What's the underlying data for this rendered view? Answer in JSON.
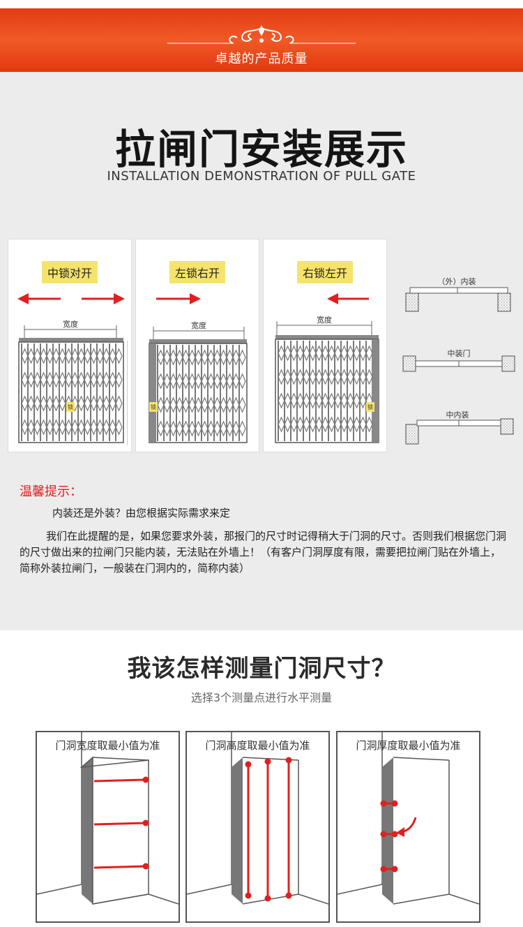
{
  "banner": {
    "text": "卓越的产品质量"
  },
  "section1": {
    "title": "拉闸门安装展示",
    "subtitle": "INSTALLATION DEMONSTRATION OF PULL GATE",
    "panels": [
      {
        "label": "中锁对开",
        "width_label": "宽度",
        "lock_label": "锁"
      },
      {
        "label": "左锁右开",
        "width_label": "宽度",
        "lock_label": "锁"
      },
      {
        "label": "右锁左开",
        "width_label": "宽度",
        "lock_label": "锁"
      }
    ],
    "install_types": [
      {
        "label": "（外）内装"
      },
      {
        "label": "中装门"
      },
      {
        "label": "中内装"
      }
    ]
  },
  "tips": {
    "title": "温馨提示：",
    "question": "内装还是外装？由您根据实际需求来定",
    "body": "我们在此提醒的是，如果您要求外装，那报门的尺寸时记得稍大于门洞的尺寸。否则我们根据您门洞的尺寸做出来的拉闸门只能内装，无法贴在外墙上！（有客户门洞厚度有限，需要把拉闸门贴在外墙上，简称外装拉闸门，一般装在门洞内的，简称内装）"
  },
  "section2": {
    "title": "我该怎样测量门洞尺寸？",
    "subtitle": "选择3个测量点进行水平测量",
    "boxes": [
      {
        "title": "门洞宽度取最小值为准"
      },
      {
        "title": "门洞高度取最小值为准"
      },
      {
        "title": "门洞厚度取最小值为准"
      }
    ]
  },
  "colors": {
    "accent": "#e8411a",
    "arrow": "#e02020",
    "label_bg": "#f6e36a",
    "measure": "#e02020"
  }
}
